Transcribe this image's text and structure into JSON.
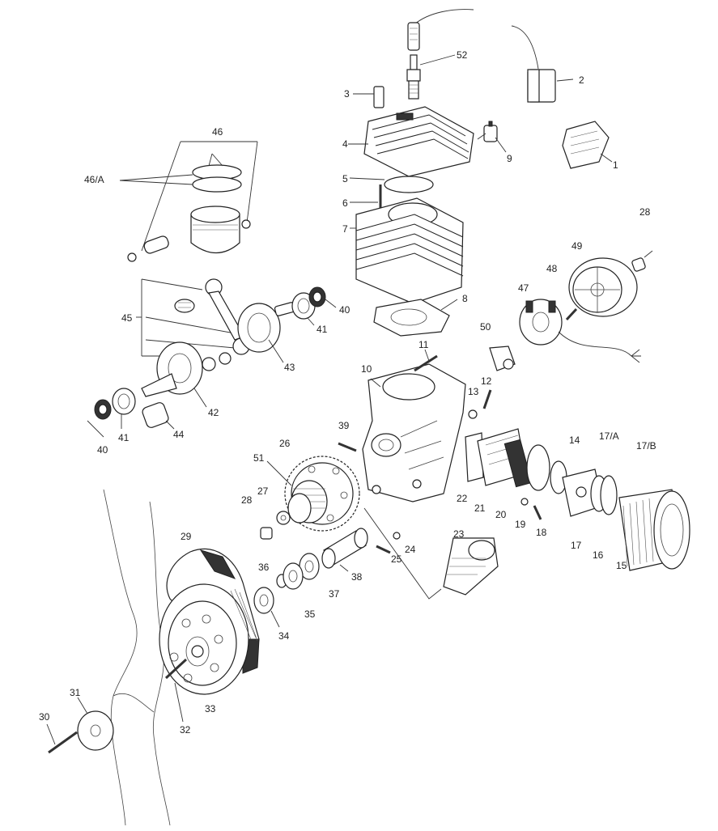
{
  "labels": {
    "l1": "1",
    "l2": "2",
    "l3": "3",
    "l4": "4",
    "l5": "5",
    "l6": "6",
    "l7": "7",
    "l8": "8",
    "l9": "9",
    "l10": "10",
    "l11": "11",
    "l12": "12",
    "l13": "13",
    "l14": "14",
    "l15": "15",
    "l16": "16",
    "l17": "17",
    "l17a": "17/A",
    "l17b": "17/B",
    "l18": "18",
    "l19": "19",
    "l20": "20",
    "l21": "21",
    "l22": "22",
    "l23": "23",
    "l24": "24",
    "l25": "25",
    "l26": "26",
    "l27": "27",
    "l28a": "28",
    "l28b": "28",
    "l29": "29",
    "l30": "30",
    "l31": "31",
    "l32": "32",
    "l33": "33",
    "l34": "34",
    "l35": "35",
    "l36": "36",
    "l37": "37",
    "l38": "38",
    "l39": "39",
    "l40a": "40",
    "l40b": "40",
    "l41a": "41",
    "l41b": "41",
    "l42": "42",
    "l43": "43",
    "l44": "44",
    "l45": "45",
    "l46": "46",
    "l46a": "46/A",
    "l47": "47",
    "l48": "48",
    "l49": "49",
    "l50": "50",
    "l51": "51",
    "l52": "52"
  }
}
